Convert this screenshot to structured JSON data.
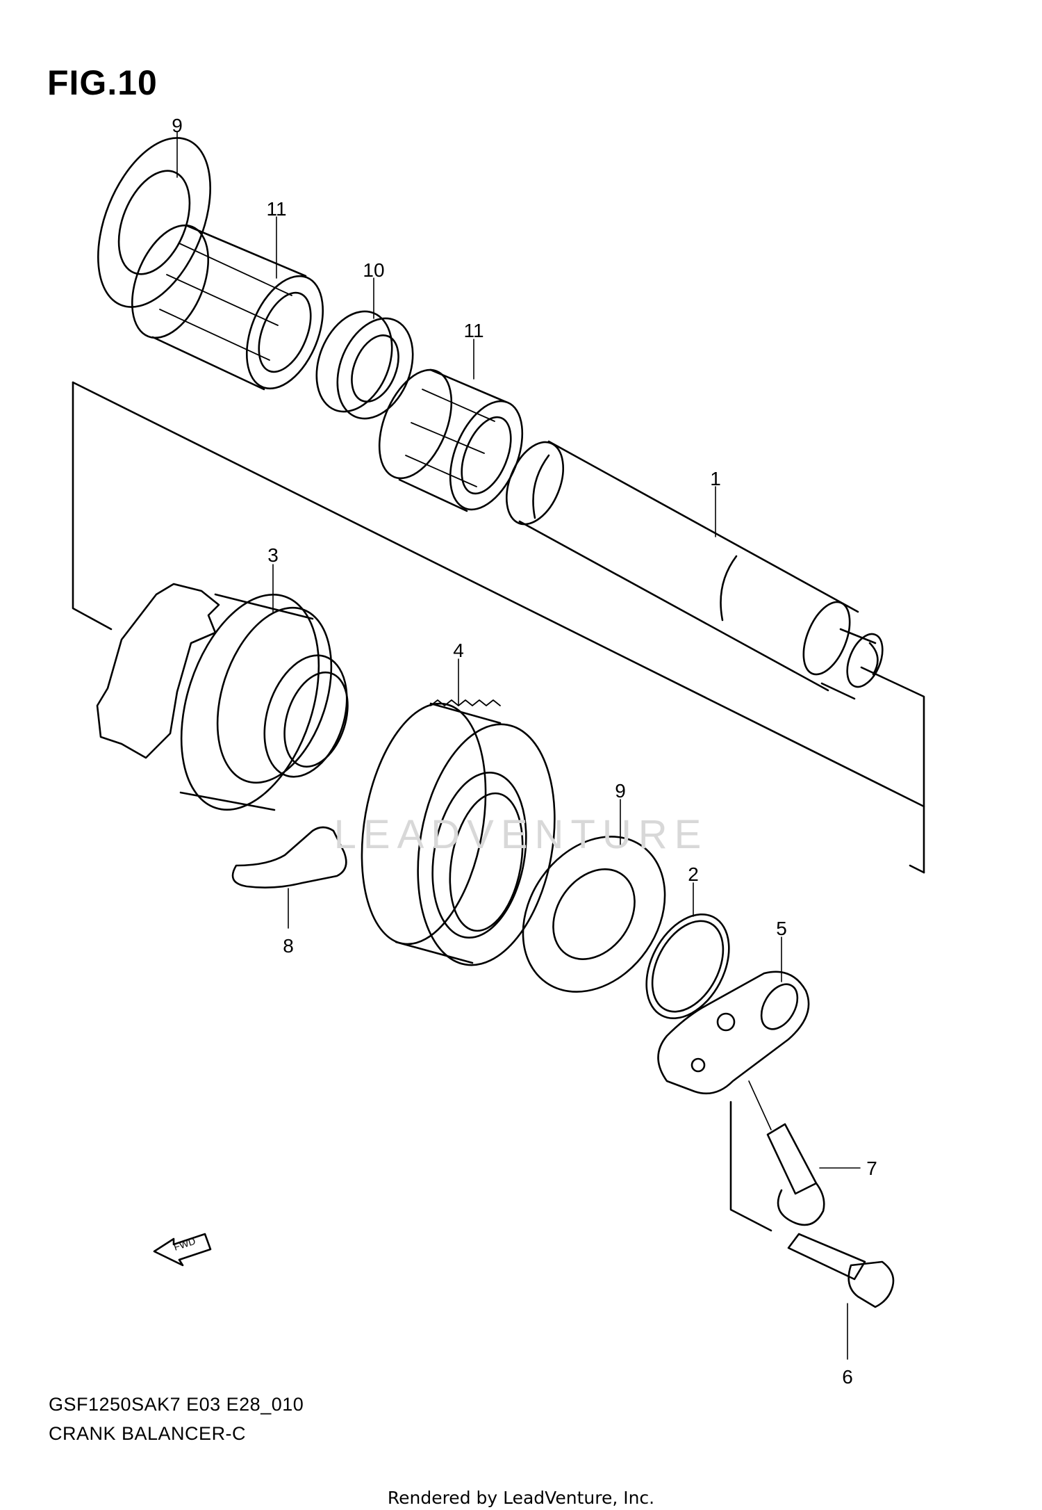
{
  "figure": {
    "title": "FIG.10",
    "model_code": "GSF1250SAK7 E03 E28_010",
    "diagram_name": "CRANK BALANCER-C",
    "rendered_by": "Rendered by LeadVenture, Inc."
  },
  "watermark": {
    "text": "LEADVENTURE"
  },
  "callouts": {
    "c9a": "9",
    "c11a": "11",
    "c10": "10",
    "c11b": "11",
    "c1": "1",
    "c3": "3",
    "c4": "4",
    "c9b": "9",
    "c2": "2",
    "c5": "5",
    "c8": "8",
    "c7": "7",
    "c6": "6"
  },
  "fwd_label": "FWD"
}
